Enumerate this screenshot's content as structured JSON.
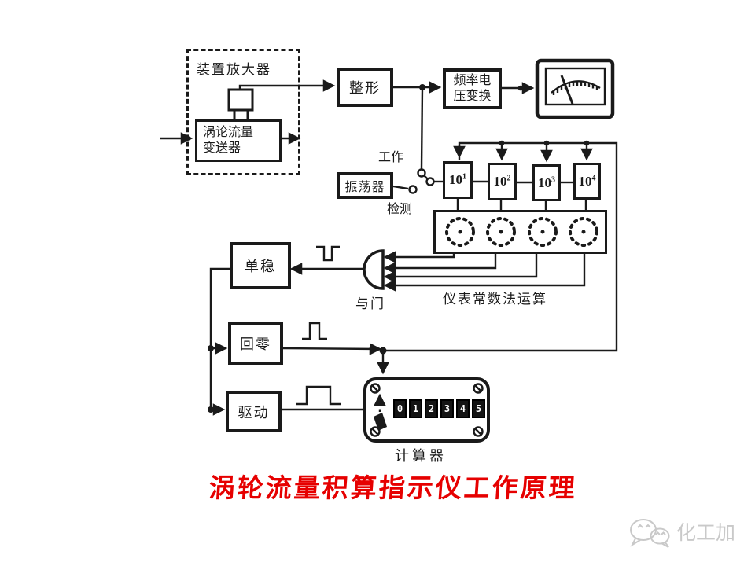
{
  "colors": {
    "ink": "#1a1a1a",
    "title-red": "#e60000",
    "watermark-gray": "#c9c9c9"
  },
  "diagram": {
    "amplifier_group_label": "装置放大器",
    "transmitter": {
      "line1": "涡论流量",
      "line2": "变送器"
    },
    "shaper_label": "整形",
    "fv_converter": {
      "line1": "频率电",
      "line2": "压变换"
    },
    "oscillator_label": "振荡器",
    "work_label": "工作",
    "detect_label": "检测",
    "decade_counters": [
      {
        "base": "10",
        "exp": "1"
      },
      {
        "base": "10",
        "exp": "2"
      },
      {
        "base": "10",
        "exp": "3"
      },
      {
        "base": "10",
        "exp": "4"
      }
    ],
    "constant_calc_label": "仪表常数法运算",
    "monostable_label": "单稳",
    "reset_label": "回零",
    "drive_label": "驱动",
    "and_gate_label": "与门",
    "counter_label": "计算器",
    "counter_digits": [
      "0",
      "1",
      "2",
      "3",
      "4",
      "5"
    ]
  },
  "title": {
    "text": "涡轮流量积算指示仪工作原理"
  },
  "watermark": {
    "text": "化工加"
  },
  "icons": {
    "flow-sensor-icon": "pickup coil on transmitter",
    "analog-meter-icon": "panel meter with scale and needle",
    "selector-switch-icon": "work/detect contact switch",
    "and-gate-icon": "AND gate, inputs from right",
    "rotary-switch-icon": "decade thumb switch ring of dots",
    "negative-pulse-icon": "downward pulse waveform",
    "positive-pulse-icon-narrow": "narrow upward pulse waveform",
    "positive-pulse-icon-wide": "wide upward pulse waveform",
    "counter-lever-icon": "reset lever with dashed arrow",
    "screw-icon": "corner screw",
    "wechat-logo-icon": "two chat bubbles"
  }
}
